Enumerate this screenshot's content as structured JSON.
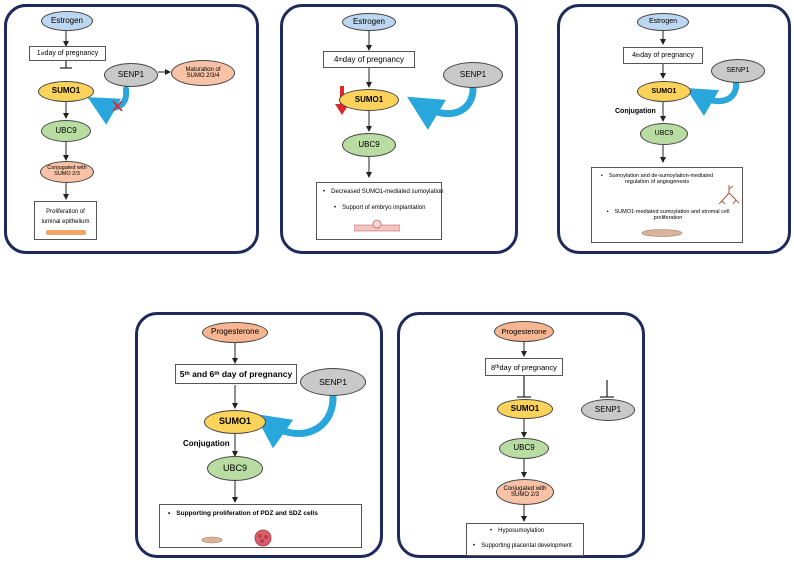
{
  "panels": [
    {
      "hormone": "Estrogen",
      "day": {
        "num": "1",
        "sup": "st",
        "rest": " day of pregnancy"
      },
      "senp": "SENP1",
      "maturation": "Maturation of SUMO 2/3/4",
      "sumo": "SUMO1",
      "ubc": "UBC9",
      "conjugated": "Conjugated with SUMO 2/3",
      "outcome": "Proliferation of luminal epithelium"
    },
    {
      "hormone": "Estrogen",
      "day": {
        "num": "4",
        "sup": "th",
        "rest": " day of pregnancy"
      },
      "senp": "SENP1",
      "sumo": "SUMO1",
      "ubc": "UBC9",
      "outcomes": [
        "Decreased SUMO1-mediated sumoylation",
        "Support of embryo implantation"
      ]
    },
    {
      "hormone": "Estrogen",
      "day": {
        "num": "4",
        "sup": "th",
        "rest": " day of pregnancy"
      },
      "senp": "SENP1",
      "sumo": "SUMO1",
      "conjugation": "Conjugation",
      "ubc": "UBC9",
      "outcomes": [
        "Sumoylation and de-sumoylation-mediated regulation of angiogenesis",
        "SUMO1-mediated sumoylation and stromal cell proliferation"
      ]
    },
    {
      "hormone": "Progesterone",
      "day": {
        "num1": "5",
        "sup1": "th",
        "mid": " and ",
        "num2": "6",
        "sup2": "th",
        "rest": " day of pregnancy"
      },
      "senp": "SENP1",
      "sumo": "SUMO1",
      "conjugation": "Conjugation",
      "ubc": "UBC9",
      "outcome": "Supporting proliferation of PDZ and SDZ cells"
    },
    {
      "hormone": "Progesterone",
      "day": {
        "num": "8",
        "sup": "th",
        "rest": " day of pregnancy"
      },
      "senp": "SENP1",
      "sumo": "SUMO1",
      "ubc": "UBC9",
      "conjugated": "Conjugated with SUMO 2/3",
      "outcomes": [
        "Hyposumoylation",
        "Supporting placental development"
      ]
    }
  ],
  "colors": {
    "frame": "#1f2a5c",
    "estrogen": "#bcd7ef",
    "progesterone": "#f7b692",
    "senp": "#c9c9c9",
    "sumo": "#fbd35a",
    "ubc": "#b9dca2",
    "curved_arrow": "#29a6dc",
    "inhibit_cross": "#e0262a",
    "down_arrow": "#e0262a"
  }
}
